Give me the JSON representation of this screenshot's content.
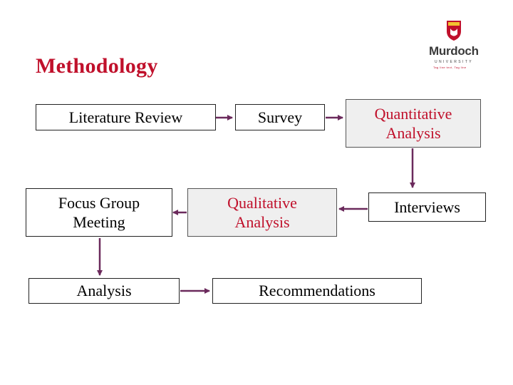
{
  "title": "Methodology",
  "colors": {
    "title": "#c0102b",
    "arrow": "#6b2a5c",
    "box_fill": "#efefef"
  },
  "logo": {
    "icon": "murdoch-crest-icon",
    "name": "Murdoch",
    "subname": "UNIVERSITY",
    "tagline": "Tag line text, Tag line"
  },
  "nodes": {
    "literature_review": "Literature Review",
    "survey": "Survey",
    "quantitative_analysis": "Quantitative\nAnalysis",
    "focus_group_meeting": "Focus Group\nMeeting",
    "qualitative_analysis": "Qualitative\nAnalysis",
    "interviews": "Interviews",
    "analysis": "Analysis",
    "recommendations": "Recommendations"
  },
  "edges": [
    [
      "literature_review",
      "survey"
    ],
    [
      "survey",
      "quantitative_analysis"
    ],
    [
      "quantitative_analysis",
      "interviews"
    ],
    [
      "interviews",
      "qualitative_analysis"
    ],
    [
      "qualitative_analysis",
      "focus_group_meeting"
    ],
    [
      "focus_group_meeting",
      "analysis"
    ],
    [
      "analysis",
      "recommendations"
    ]
  ]
}
